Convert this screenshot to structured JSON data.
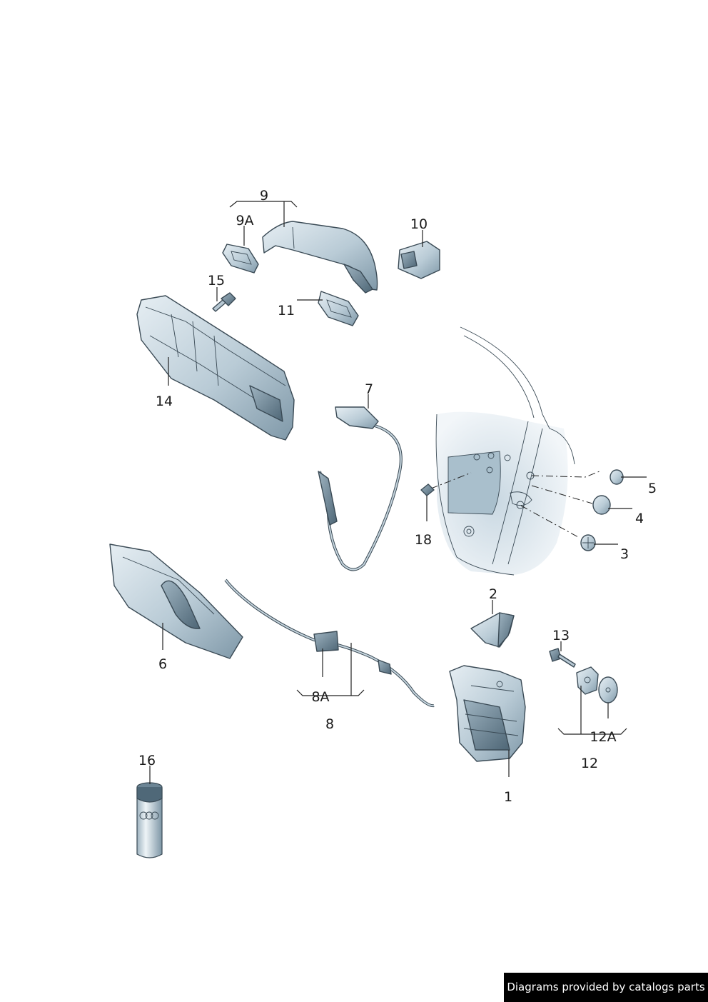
{
  "callouts": {
    "c1": "1",
    "c2": "2",
    "c3": "3",
    "c4": "4",
    "c5": "5",
    "c6": "6",
    "c7": "7",
    "c8": "8",
    "c8a": "8A",
    "c9": "9",
    "c9a": "9A",
    "c10": "10",
    "c11": "11",
    "c12": "12",
    "c12a": "12A",
    "c13": "13",
    "c14": "14",
    "c15": "15",
    "c16": "16",
    "c18": "18"
  },
  "credit": "Diagrams provided by catalogs parts",
  "colors": {
    "part_fill": "#c6d5de",
    "part_shade": "#8fa6b4",
    "outline": "#3a4a55",
    "door_tint": "#dde7ee"
  }
}
